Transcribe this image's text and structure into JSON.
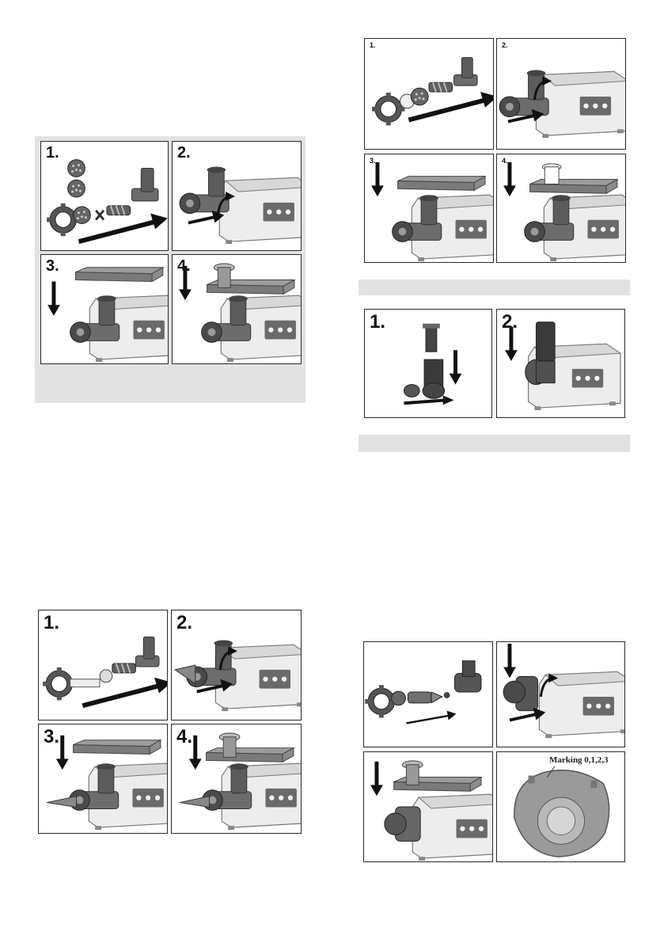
{
  "figures": [
    {
      "id": "mincer-assembly-left",
      "steps": [
        "1.",
        "2.",
        "3.",
        "4."
      ]
    },
    {
      "id": "mincer-assembly-right",
      "steps": [
        "1.",
        "2.",
        "3.",
        "4."
      ]
    },
    {
      "id": "shredder-assembly",
      "steps": [
        "1.",
        "2."
      ]
    },
    {
      "id": "sausage-assembly",
      "steps": [
        "1.",
        "2.",
        "3.",
        "4."
      ]
    },
    {
      "id": "juicer-assembly",
      "steps": [],
      "marking_label": "Marking 0,1,2,3"
    }
  ],
  "colors": {
    "panel_border": "#2a2a2a",
    "caption_bar": "#e2e2e2",
    "machine_body": "#ececec",
    "part_dark": "#555555"
  }
}
